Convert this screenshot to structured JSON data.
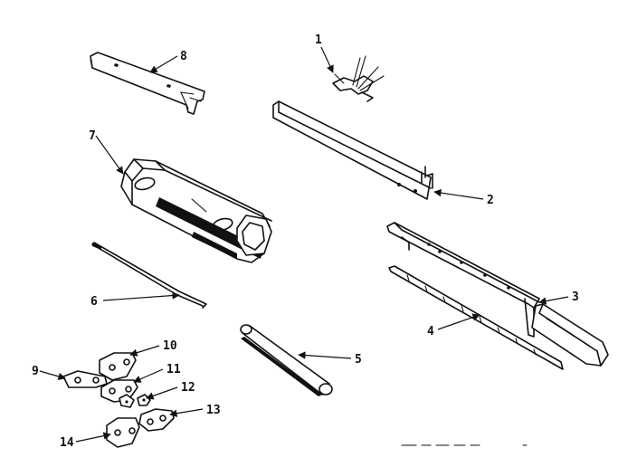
{
  "diagram": {
    "callouts": [
      {
        "label": "1"
      },
      {
        "label": "2"
      },
      {
        "label": "3"
      },
      {
        "label": "4"
      },
      {
        "label": "5"
      },
      {
        "label": "6"
      },
      {
        "label": "7"
      },
      {
        "label": "8"
      },
      {
        "label": "9"
      },
      {
        "label": "10"
      },
      {
        "label": "11"
      },
      {
        "label": "12"
      },
      {
        "label": "13"
      },
      {
        "label": "14"
      }
    ]
  }
}
